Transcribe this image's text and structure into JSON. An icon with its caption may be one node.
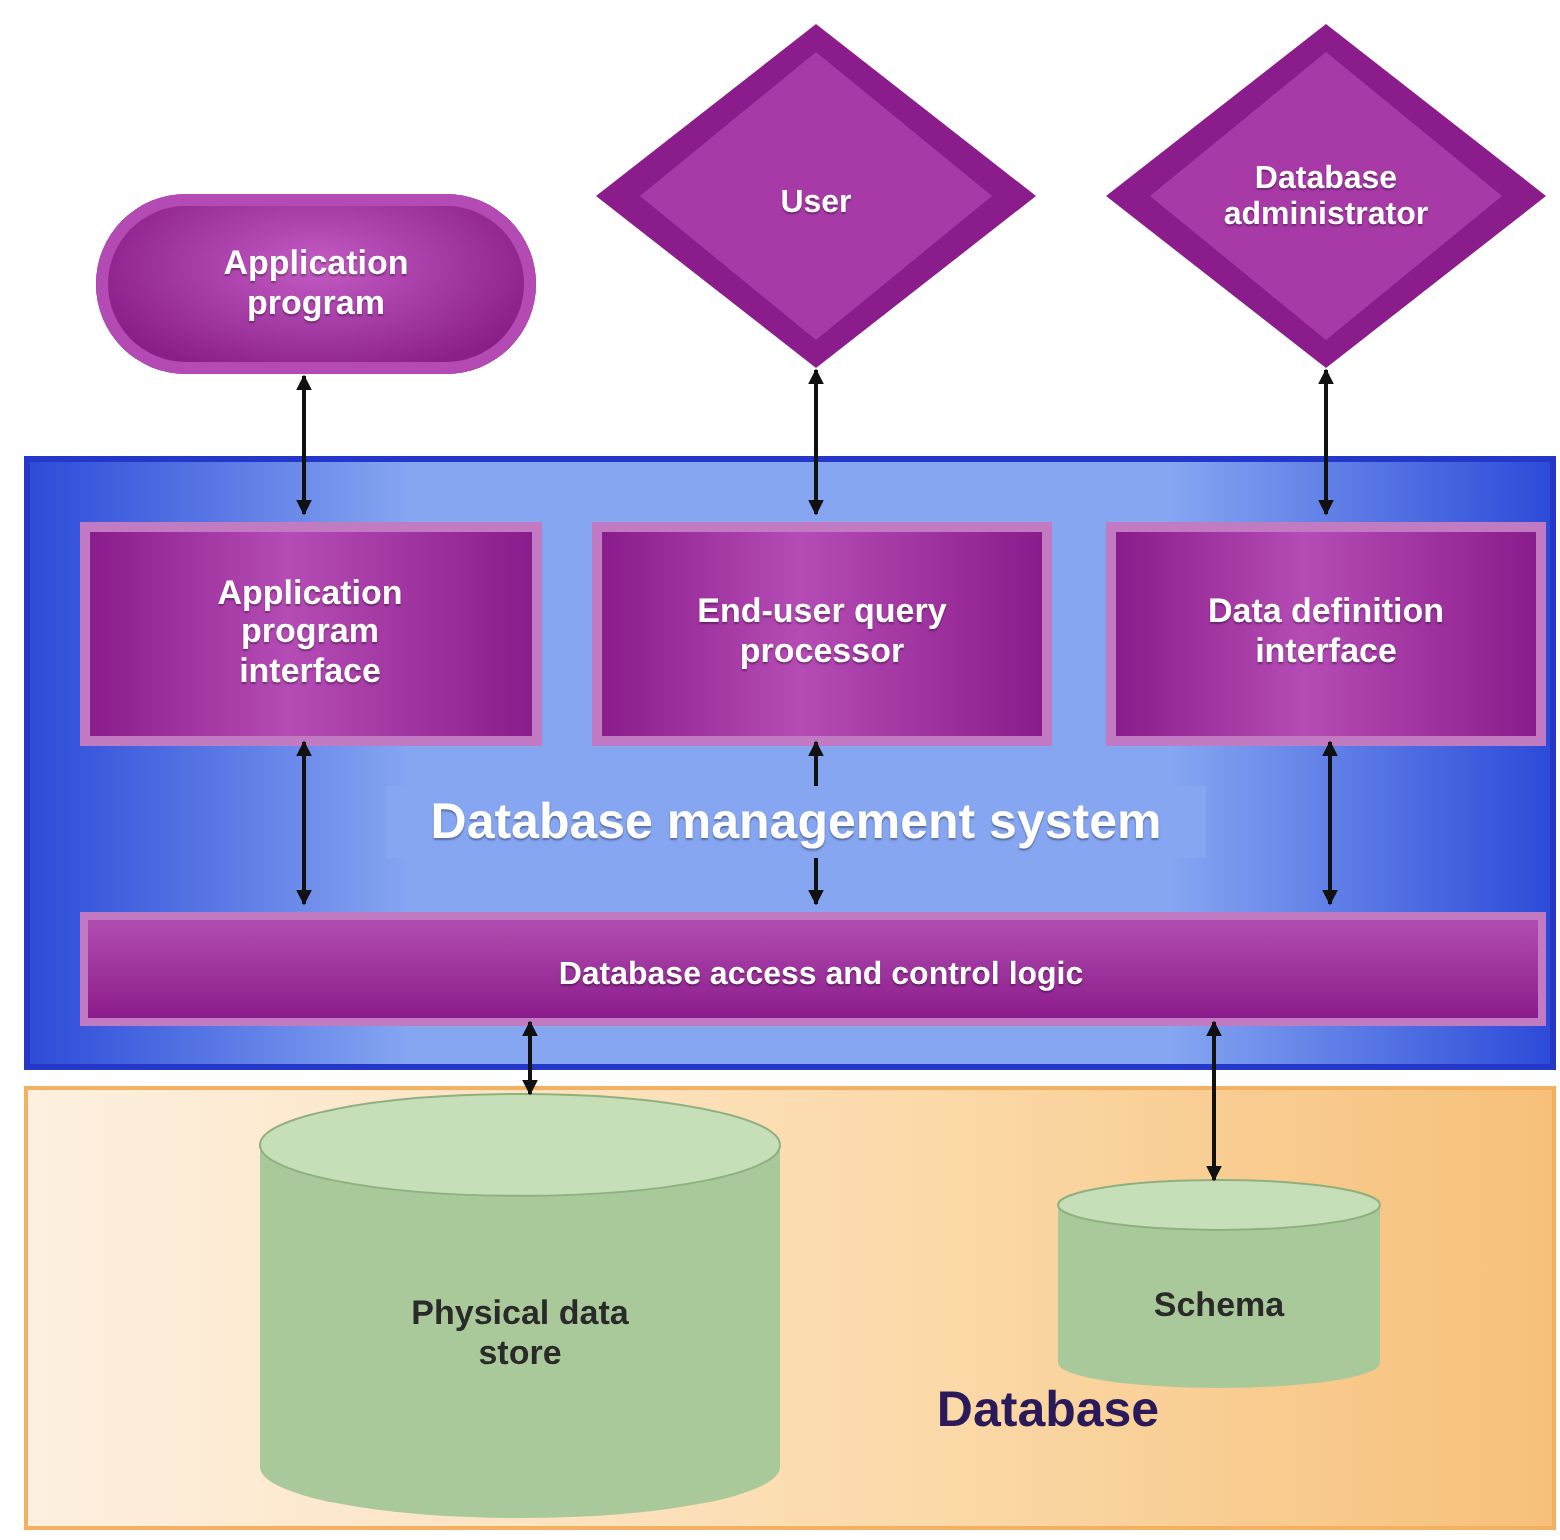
{
  "diagram": {
    "nodes": [
      {
        "text": [
          "Application program"
        ]
      },
      {
        "text": [
          "User"
        ]
      },
      {
        "text": [
          "Database administrator"
        ]
      },
      {
        "text": [
          "Database management system"
        ]
      },
      {
        "text": [
          "Application program interface"
        ],
        "in": 3
      },
      {
        "text": [
          "End-user query processor"
        ],
        "in": 3
      },
      {
        "text": [
          "Data definition interface"
        ],
        "in": 3
      },
      {
        "text": [
          "Database access and control logic"
        ],
        "in": 3
      },
      {
        "text": [
          "Database"
        ]
      },
      {
        "text": [
          "Physical data store"
        ],
        "in": 8
      },
      {
        "text": [
          "Schema"
        ],
        "in": 8
      }
    ],
    "edges": [
      {
        "from": 0,
        "to": 4,
        "arrow": "both"
      },
      {
        "from": 1,
        "to": 5,
        "arrow": "both"
      },
      {
        "from": 2,
        "to": 6,
        "arrow": "both"
      },
      {
        "from": 4,
        "to": 7,
        "arrow": "both"
      },
      {
        "from": 5,
        "to": 7,
        "arrow": "both"
      },
      {
        "from": 6,
        "to": 7,
        "arrow": "both"
      },
      {
        "from": 7,
        "to": 9,
        "arrow": "both"
      },
      {
        "from": 7,
        "to": 10,
        "arrow": "both"
      }
    ]
  }
}
